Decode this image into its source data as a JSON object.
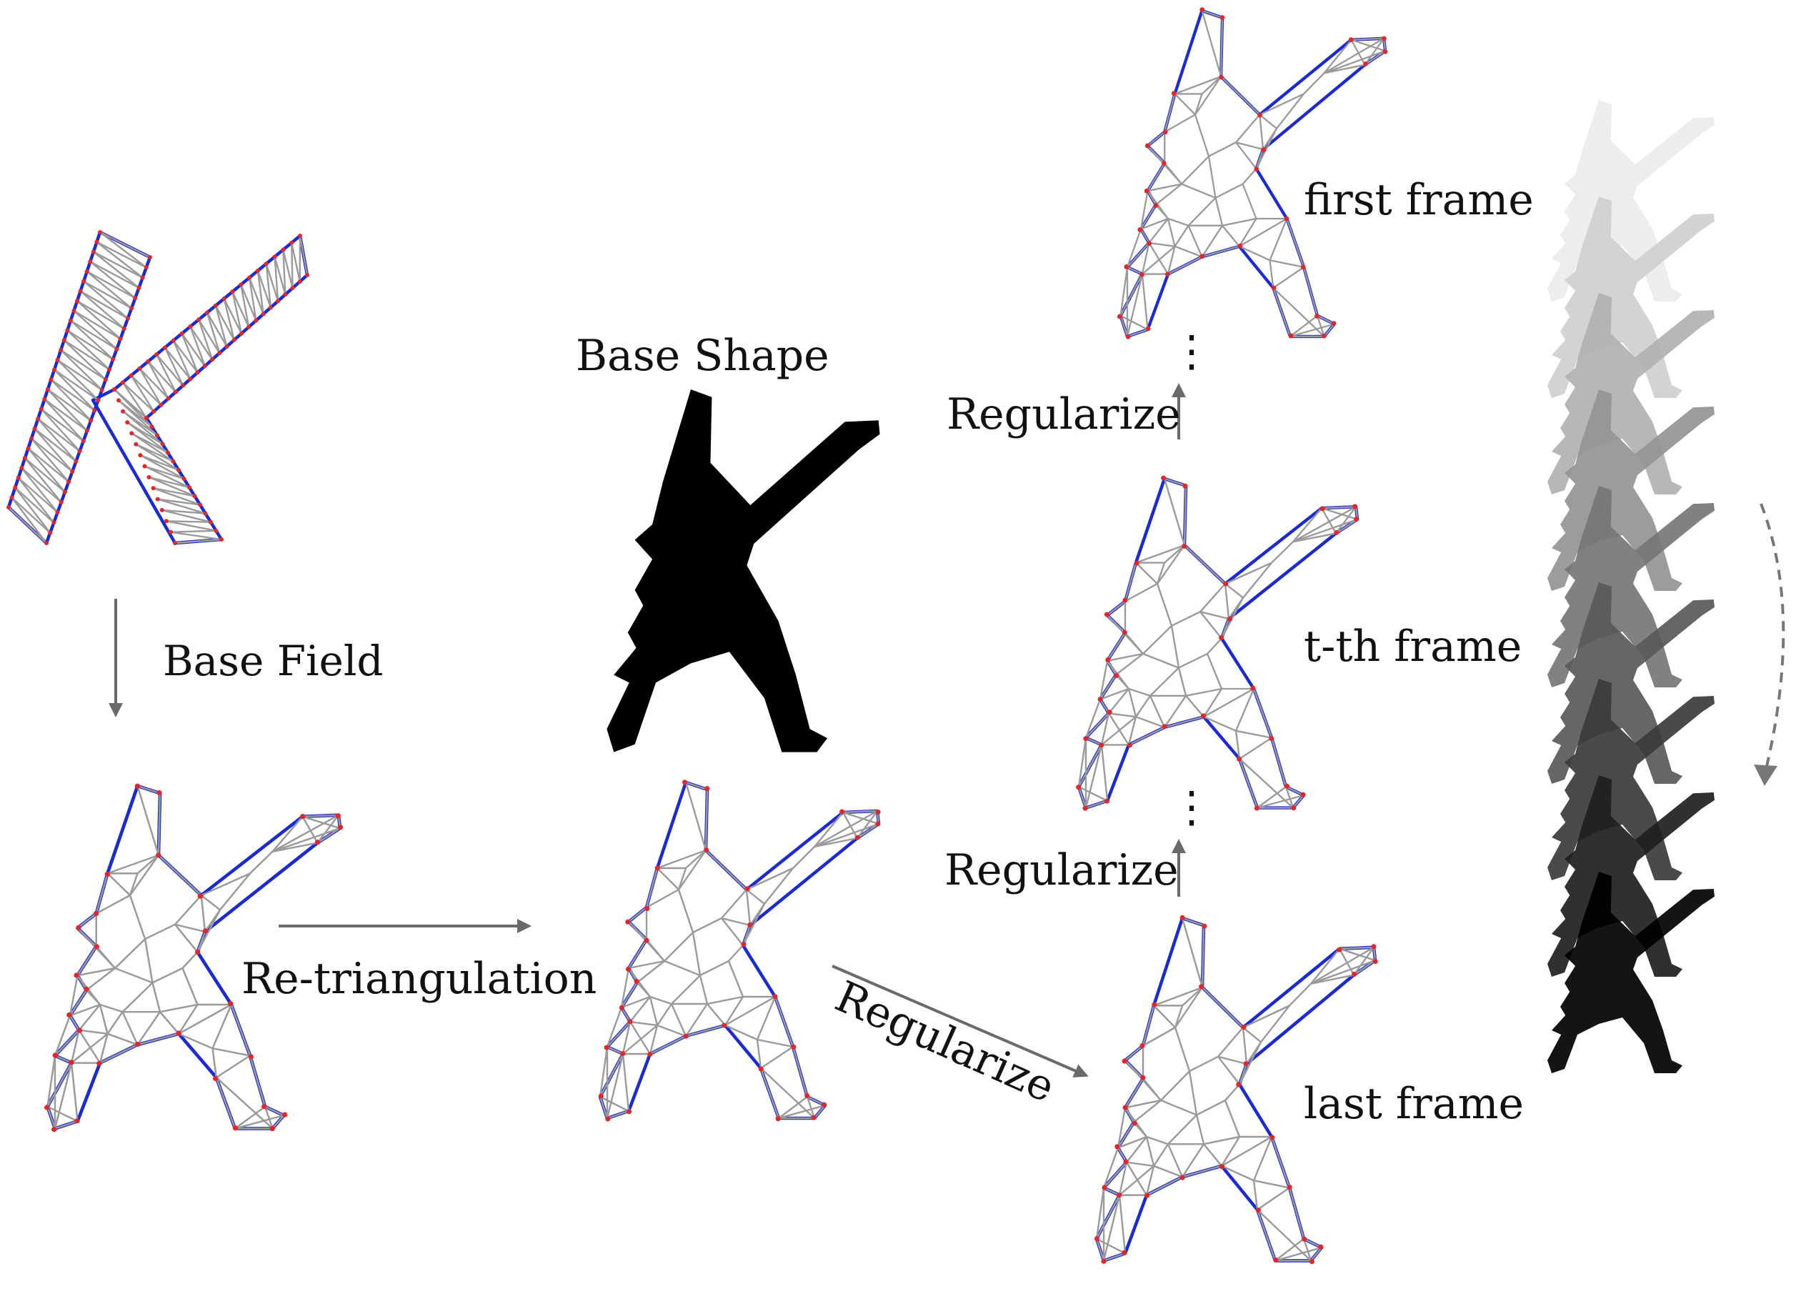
{
  "labels": {
    "base_field": "Base Field",
    "base_shape": "Base  Shape",
    "re_triangulation": "Re-triangulation",
    "regularize": "Regularize",
    "first_frame": "first frame",
    "t_th_frame": "t-th frame",
    "last_frame": "last frame",
    "ellipsis": "⋮"
  },
  "colors": {
    "mesh_edge": "#9a9a9a",
    "outline": "#1a2bd6",
    "vertex": "#e3262b",
    "silhouette": "#000000",
    "arrow": "#6a6a6a"
  },
  "frame_strip": {
    "count": 9,
    "first_gray": "#ececec",
    "last_gray": "#000000",
    "direction_icon": "dashed-curved-arrow"
  }
}
